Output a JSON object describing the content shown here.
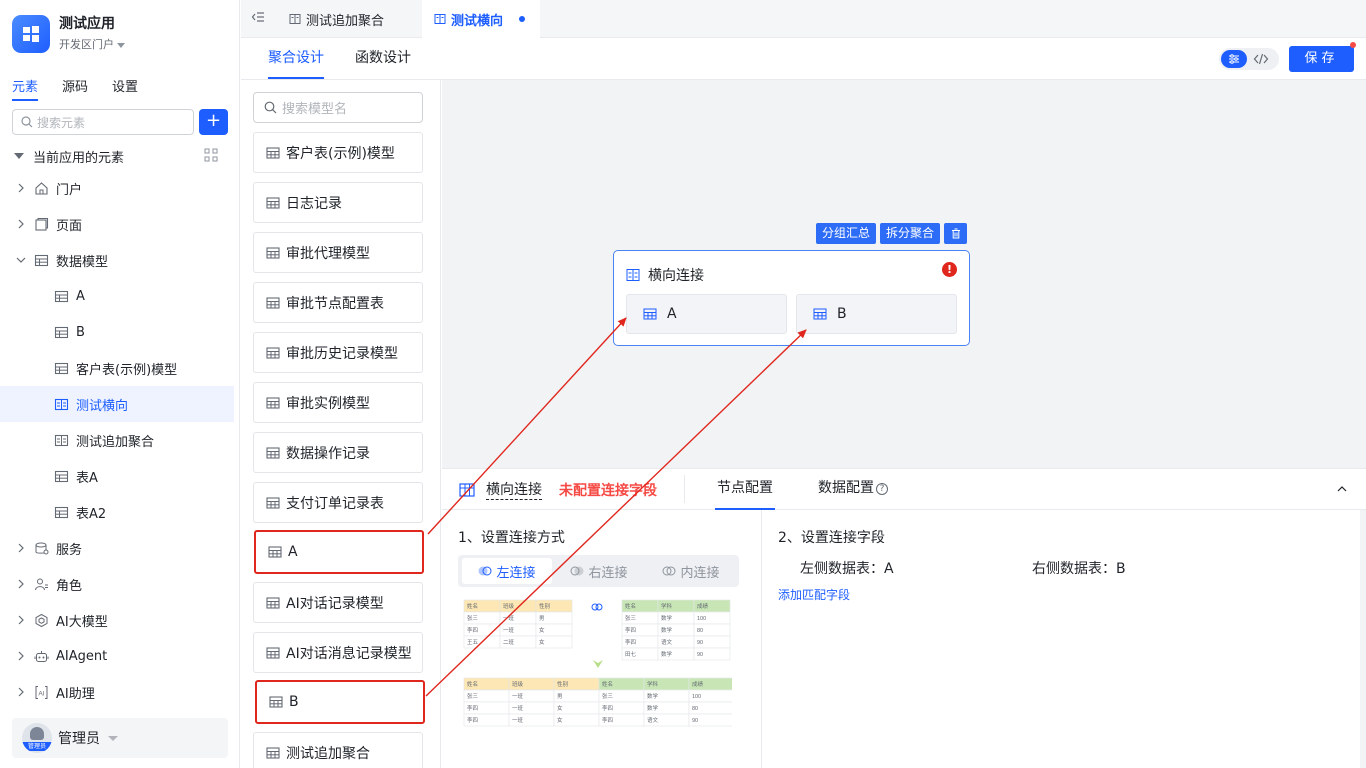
{
  "app": {
    "name": "测试应用",
    "portal": "开发区门户"
  },
  "sidebar": {
    "tabs": [
      {
        "label": "元素"
      },
      {
        "label": "源码"
      },
      {
        "label": "设置"
      }
    ],
    "search_placeholder": "搜索元素",
    "add_label": "+",
    "section_label": "当前应用的元素",
    "items": [
      {
        "label": "门户"
      },
      {
        "label": "页面"
      },
      {
        "label": "数据模型"
      },
      {
        "label": "A"
      },
      {
        "label": "B"
      },
      {
        "label": "客户表(示例)模型"
      },
      {
        "label": "测试横向"
      },
      {
        "label": "测试追加聚合"
      },
      {
        "label": "表A"
      },
      {
        "label": "表A2"
      },
      {
        "label": "服务"
      },
      {
        "label": "角色"
      },
      {
        "label": "AI大模型"
      },
      {
        "label": "AIAgent"
      },
      {
        "label": "AI助理"
      }
    ],
    "user": {
      "name": "管理员",
      "avatar_tag": "管理员"
    }
  },
  "tabs": [
    {
      "label": "测试追加聚合"
    },
    {
      "label": "测试横向"
    }
  ],
  "subtabs": [
    {
      "label": "聚合设计"
    },
    {
      "label": "函数设计"
    }
  ],
  "save_label": "保存",
  "models": {
    "search_placeholder": "搜索模型名",
    "items": [
      {
        "label": "客户表(示例)模型"
      },
      {
        "label": "日志记录"
      },
      {
        "label": "审批代理模型"
      },
      {
        "label": "审批节点配置表"
      },
      {
        "label": "审批历史记录模型"
      },
      {
        "label": "审批实例模型"
      },
      {
        "label": "数据操作记录"
      },
      {
        "label": "支付订单记录表"
      },
      {
        "label": "A"
      },
      {
        "label": "AI对话记录模型"
      },
      {
        "label": "AI对话消息记录模型"
      },
      {
        "label": "B"
      },
      {
        "label": "测试追加聚合"
      }
    ]
  },
  "node": {
    "actions": {
      "group": "分组汇总",
      "split": "拆分聚合"
    },
    "title": "横向连接",
    "error_mark": "!",
    "slots": [
      {
        "label": "A"
      },
      {
        "label": "B"
      }
    ]
  },
  "config": {
    "node_name": "横向连接",
    "warning": "未配置连接字段",
    "tabs": [
      {
        "label": "节点配置"
      },
      {
        "label": "数据配置"
      }
    ],
    "help_mark": "?",
    "step1": "1、设置连接方式",
    "join_types": [
      {
        "label": "左连接"
      },
      {
        "label": "右连接"
      },
      {
        "label": "内连接"
      }
    ],
    "step2": "2、设置连接字段",
    "left_table": "左侧数据表：A",
    "right_table": "右侧数据表：B",
    "add_field": "添加匹配字段"
  },
  "illustration": {
    "left_header": [
      "姓名",
      "班级",
      "性别"
    ],
    "left_rows": [
      [
        "张三",
        "一班",
        "男"
      ],
      [
        "李四",
        "一班",
        "女"
      ],
      [
        "王五",
        "二班",
        "女"
      ]
    ],
    "right_header": [
      "姓名",
      "学科",
      "成绩"
    ],
    "right_rows": [
      [
        "张三",
        "数学",
        "100"
      ],
      [
        "李四",
        "数学",
        "80"
      ],
      [
        "李四",
        "语文",
        "90"
      ],
      [
        "田七",
        "数学",
        "90"
      ]
    ],
    "result_header": [
      "姓名",
      "班级",
      "性别",
      "姓名",
      "学科",
      "成绩"
    ],
    "result_rows": [
      [
        "张三",
        "一班",
        "男",
        "张三",
        "数学",
        "100"
      ],
      [
        "李四",
        "一班",
        "女",
        "李四",
        "数学",
        "80"
      ],
      [
        "李四",
        "一班",
        "女",
        "李四",
        "语文",
        "90"
      ]
    ]
  },
  "colors": {
    "accent": "#1e5eff",
    "warning": "#f54a45",
    "highlight": "#e0271e",
    "left_table_header": "#fde7b4",
    "right_table_header": "#c8e6b5"
  }
}
